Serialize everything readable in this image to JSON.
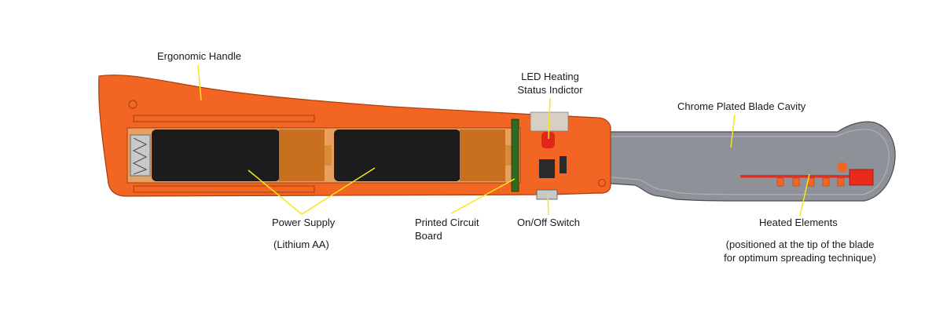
{
  "labels": {
    "handle": "Ergonomic Handle",
    "led_line1": "LED Heating",
    "led_line2": "Status Indictor",
    "blade": "Chrome Plated Blade Cavity",
    "power": "Power Supply",
    "power_sub": "(Lithium AA)",
    "pcb_line1": "Printed Circuit",
    "pcb_line2": "Board",
    "switch": "On/Off Switch",
    "heated": "Heated Elements",
    "heated_sub_line1": "(positioned at the tip of the blade",
    "heated_sub_line2": "for optimum spreading technique)"
  },
  "colors": {
    "handle_orange": "#f26522",
    "handle_outline": "#a63d0c",
    "battery_black": "#1c1c1c",
    "battery_cap": "#c8701f",
    "blade_gray": "#8e9197",
    "blade_inner": "#b4b6ba",
    "pcb_green": "#2f6b1f",
    "led_red": "#e3261b",
    "heater_red": "#ea2a1c",
    "callout_yellow": "#f7e51c"
  }
}
